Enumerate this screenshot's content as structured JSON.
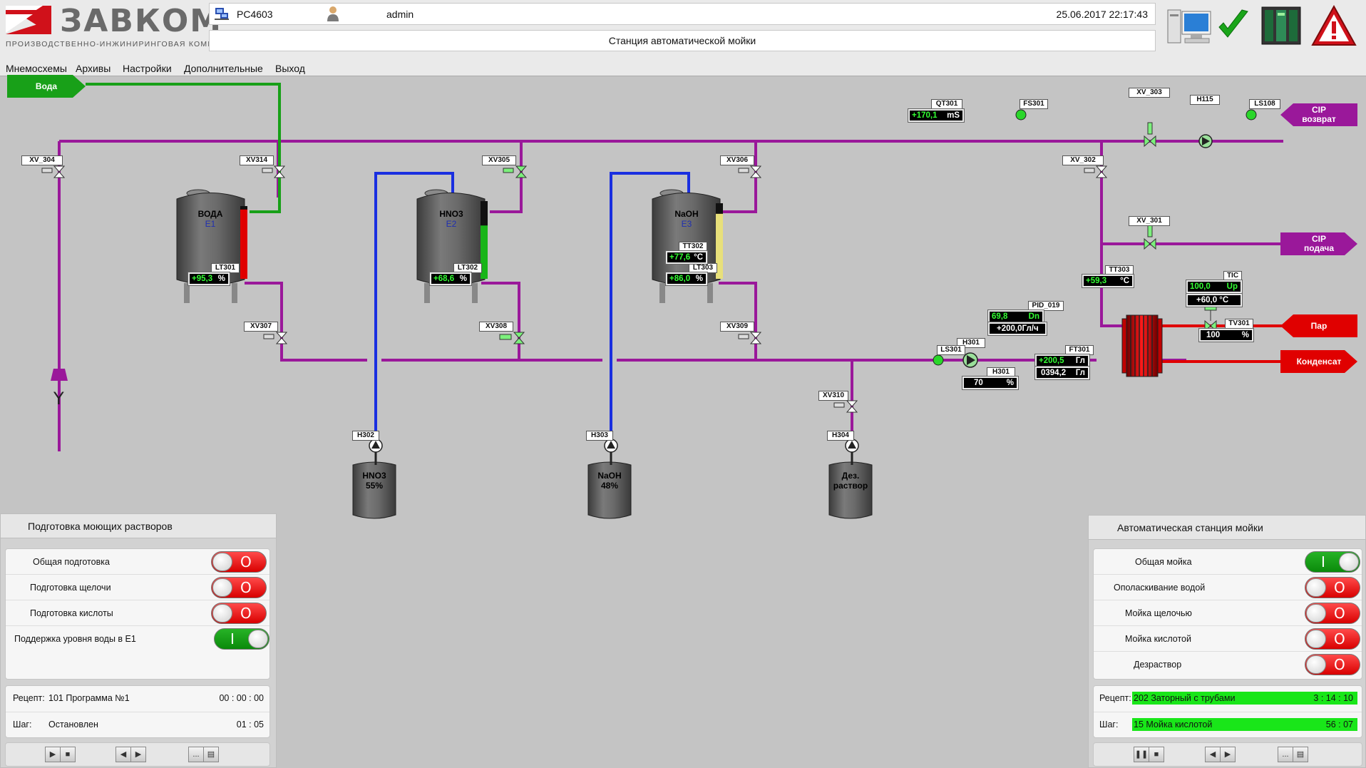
{
  "brand": {
    "name": "ЗАВКОМ",
    "subtitle": "ПРОИЗВОДСТВЕННО-ИНЖИНИРИНГОВАЯ КОМПАНИЯ"
  },
  "header": {
    "computer": "PC4603",
    "user": "admin",
    "datetime": "25.06.2017 22:17:43",
    "title": "Станция автоматической мойки"
  },
  "menu": [
    "Мнемосхемы",
    "Архивы",
    "Настройки",
    "Дополнительные",
    "Выход"
  ],
  "colors": {
    "pipe_purple": "#9a189a",
    "pipe_blue": "#1a2fe0",
    "pipe_green": "#18a018",
    "pipe_red": "#e00000",
    "value_green": "#33ff33"
  },
  "flags": {
    "water": "Вода",
    "cip_return_1": "CIP",
    "cip_return_2": "возврат",
    "cip_supply_1": "CIP",
    "cip_supply_2": "подача",
    "steam": "Пар",
    "condensate": "Конденсат"
  },
  "drain_mark": "Y",
  "tags": {
    "xv304": "XV_304",
    "xv314": "XV314",
    "xv305": "XV305",
    "xv306": "XV306",
    "xv302": "XV_302",
    "xv301": "XV_301",
    "xv303": "XV_303",
    "h115": "H115",
    "ls108": "LS108",
    "qt301": "QT301",
    "fs301": "FS301",
    "xv307": "XV307",
    "xv308": "XV308",
    "xv309": "XV309",
    "xv310": "XV310",
    "lt301": "LT301",
    "lt302": "LT302",
    "lt303": "LT303",
    "tt302": "TT302",
    "tt303": "TT303",
    "tic": "TIC",
    "tv301": "TV301",
    "pid019": "PID_019",
    "h301a": "H301",
    "h301b": "H301",
    "ls301": "LS301",
    "ft301": "FT301",
    "h302": "H302",
    "h303": "H303",
    "h304": "H304"
  },
  "tanks": {
    "e1": {
      "name": "ВОДА",
      "id": "E1"
    },
    "e2": {
      "name": "HNO3",
      "id": "E2"
    },
    "e3": {
      "name": "NaOH",
      "id": "E3"
    }
  },
  "containers": {
    "c1": {
      "line1": "HNO3",
      "line2": "55%"
    },
    "c2": {
      "line1": "NaOH",
      "line2": "48%"
    },
    "c3": {
      "line1": "Дез.",
      "line2": "раствор"
    }
  },
  "readings": {
    "qt301": {
      "value": "+170,1",
      "unit": "mS"
    },
    "lt301": {
      "value": "+95,3",
      "unit": "%"
    },
    "lt302": {
      "value": "+68,6",
      "unit": "%"
    },
    "tt302": {
      "value": "+77,6",
      "unit": "°C"
    },
    "lt303": {
      "value": "+86,0",
      "unit": "%"
    },
    "tt303": {
      "value": "+59,3",
      "unit": "°C"
    },
    "tic_out": {
      "value": "100,0",
      "unit": "Up"
    },
    "tic_sp": {
      "value": "+60,0 °C"
    },
    "tv301": {
      "value": "100",
      "unit": "%"
    },
    "pid_out": {
      "value": "69,8",
      "unit": "Dn"
    },
    "pid_sp": {
      "value": "+200,0Гл/ч"
    },
    "h301": {
      "value": "70",
      "unit": "%"
    },
    "ft301_flow": {
      "value": "+200,5",
      "unit": "Гл"
    },
    "ft301_total": {
      "value": "0394,2",
      "unit": "Гл"
    }
  },
  "level_fractions": {
    "e1": 0.953,
    "e2": 0.686,
    "e3": 0.86
  },
  "left_panel": {
    "title": "Подготовка моющих растворов",
    "rows": [
      {
        "label": "Общая подготовка",
        "state": "О"
      },
      {
        "label": "Подготовка щелочи",
        "state": "О"
      },
      {
        "label": "Подготовка кислоты",
        "state": "О"
      },
      {
        "label": "Поддержка уровня воды в E1",
        "state": "I"
      }
    ],
    "recipe_label": "Рецепт:",
    "recipe": "101 Программа №1",
    "recipe_time": "00 : 00 : 00",
    "step_label": "Шаг:",
    "step": "Остановлен",
    "step_time": "01 : 05",
    "btn_more": "..."
  },
  "right_panel": {
    "title": "Автоматическая станция мойки",
    "rows": [
      {
        "label": "Общая мойка",
        "state": "I"
      },
      {
        "label": "Ополаскивание водой",
        "state": "О"
      },
      {
        "label": "Мойка щелочью",
        "state": "О"
      },
      {
        "label": "Мойка кислотой",
        "state": "О"
      },
      {
        "label": "Дезраствор",
        "state": "О"
      }
    ],
    "recipe_label": "Рецепт:",
    "recipe": "202 Заторный с трубами",
    "recipe_time": "3 : 14 : 10",
    "step_label": "Шаг:",
    "step": "15 Мойка кислотой",
    "step_time": "56 : 07",
    "btn_more": "..."
  },
  "icons": [
    "network-icon",
    "user-icon",
    "workstation-icon",
    "check-icon",
    "server-rack-icon",
    "alarm-warning-icon",
    "play-icon",
    "stop-icon",
    "pause-icon",
    "step-back-icon",
    "step-forward-icon",
    "more-icon",
    "report-icon"
  ]
}
